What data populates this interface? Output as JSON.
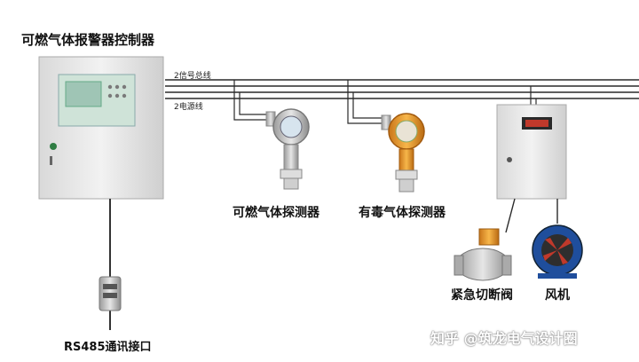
{
  "diagram": {
    "title": "可燃气体报警器控制器",
    "bus_labels": {
      "signal": "2信号总线",
      "power": "2电源线"
    },
    "devices": {
      "combustible_detector": "可燃气体探测器",
      "toxic_detector": "有毒气体探测器",
      "shutoff_valve": "紧急切断阀",
      "fan": "风机",
      "rs485": "RS485通讯接口"
    }
  },
  "watermark": "知乎 @筑龙电气设计圈",
  "colors": {
    "cabinet": "#e8e8e8",
    "line": "#2a2a2a",
    "detector_orange": "#e89a2a",
    "fan_blue": "#1f4e9c",
    "valve_metal": "#b8b8b8"
  }
}
